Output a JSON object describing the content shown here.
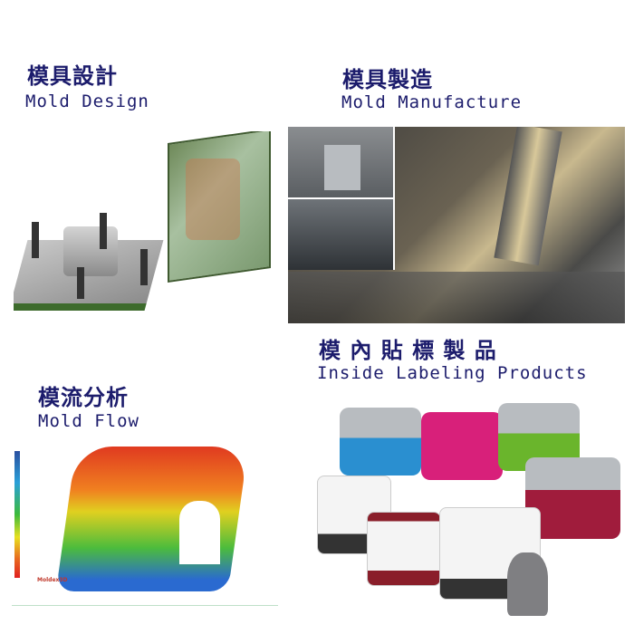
{
  "sections": {
    "design": {
      "title_zh": "模具設計",
      "title_en": "Mold Design"
    },
    "manufacture": {
      "title_zh": "模具製造",
      "title_en": "Mold Manufacture"
    },
    "labeling": {
      "title_zh": "模 內 貼 標 製 品",
      "title_en": "Inside Labeling Products"
    },
    "flow": {
      "title_zh": "模流分析",
      "title_en": "Mold Flow",
      "software_logo": "Moldex3D"
    }
  },
  "colors": {
    "heading": "#1c1c6c"
  }
}
